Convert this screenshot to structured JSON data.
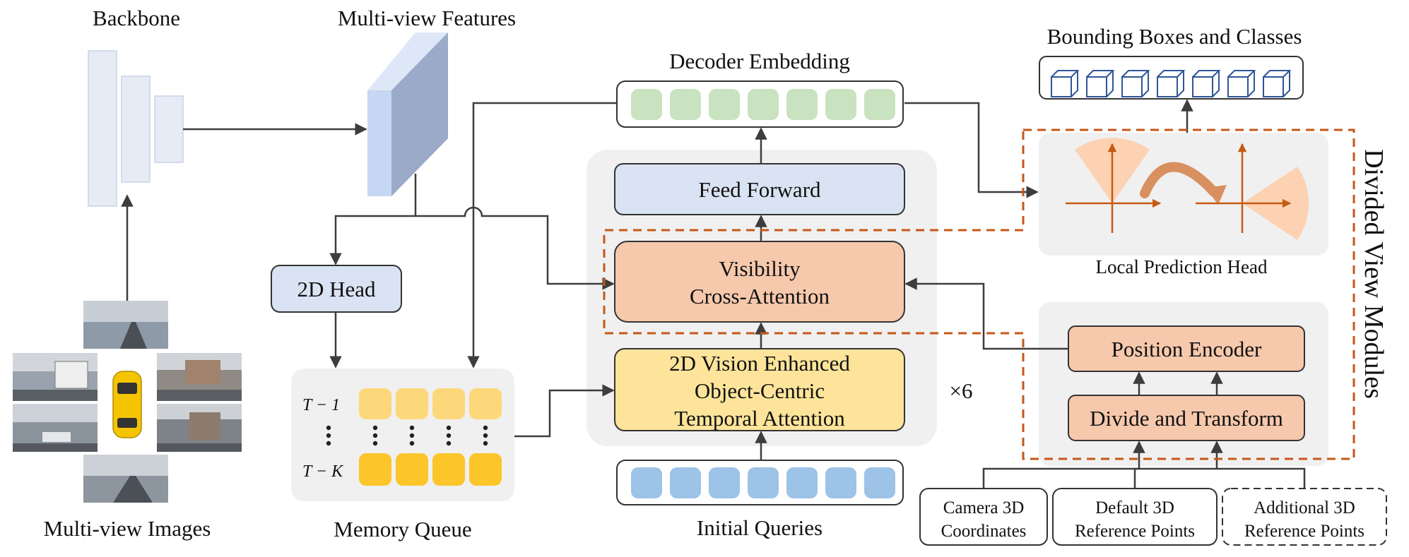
{
  "labels": {
    "backbone": "Backbone",
    "multiview_features": "Multi-view Features",
    "multiview_images": "Multi-view Images",
    "decoder_embedding": "Decoder Embedding",
    "bounding_boxes": "Bounding Boxes and Classes",
    "feed_forward": "Feed Forward",
    "visibility_line1": "Visibility",
    "visibility_line2": "Cross-Attention",
    "temporal_line1": "2D Vision Enhanced",
    "temporal_line2": "Object-Centric",
    "temporal_line3": "Temporal Attention",
    "repeat": "×6",
    "head_2d": "2D Head",
    "memory_queue": "Memory Queue",
    "t_minus_1": "T − 1",
    "t_minus_k": "T − K",
    "initial_queries": "Initial Queries",
    "local_prediction_head": "Local Prediction Head",
    "position_encoder": "Position Encoder",
    "divide_transform": "Divide and Transform",
    "camera_line1": "Camera 3D",
    "camera_line2": "Coordinates",
    "default_line1": "Default 3D",
    "default_line2": "Reference Points",
    "additional_line1": "Additional 3D",
    "additional_line2": "Reference Points",
    "divided_view_modules": "Divided View Modules"
  },
  "colors": {
    "arrow": "#3d3d3d",
    "panel_gray": "#f0f0f0",
    "backbone_fill": "#e6ebf5",
    "feature_front": "#c5d7f2",
    "feature_side": "#9aaac8",
    "feature_top": "#dde7f7",
    "feed_forward_fill": "#dae3f3",
    "head2d_fill": "#dae3f3",
    "visibility_fill": "#f6c8ac",
    "module_fill": "#f6c8ac",
    "temporal_fill": "#fde49a",
    "decoder_token": "#c9e2c0",
    "query_token": "#9dc3e6",
    "memory_light": "#fdd87a",
    "memory_dark": "#fcc52a",
    "dashed_orange": "#c5571a",
    "axis_orange": "#c55a11",
    "fan_peach": "#fcd2b3",
    "curve_arrow": "#d99060",
    "cube_blue": "#2f5597",
    "car_yellow": "#f5c400"
  },
  "counts": {
    "decoder_tokens": 7,
    "query_tokens": 7,
    "bbox_cubes": 7,
    "memory_columns": 4,
    "repeat_layers": 6
  }
}
